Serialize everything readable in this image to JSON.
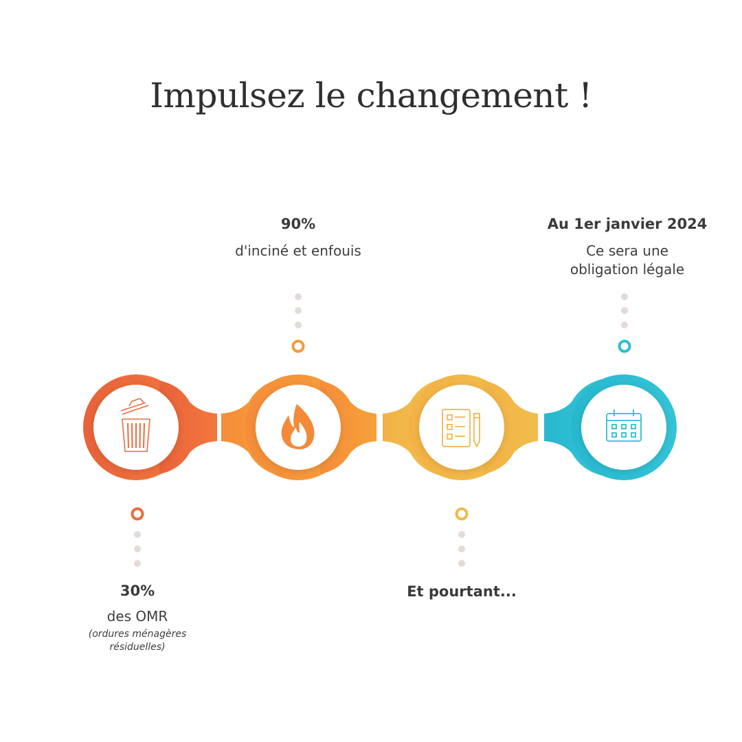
{
  "title": "Impulsez le changement !",
  "steps": [
    {
      "head": "30%",
      "desc": "des OMR",
      "note_line1": "(ordures ménagères",
      "note_line2": "résiduelles)",
      "icon": "trash-can-icon",
      "color": "#ec6a3d"
    },
    {
      "head": "90%",
      "desc": "d'inciné et enfouis",
      "icon": "fire-icon",
      "color": "#f49a3a"
    },
    {
      "head": "Et pourtant...",
      "icon": "checklist-icon",
      "color": "#f2b94a"
    },
    {
      "head": "Au 1er janvier 2024",
      "desc_line1": "Ce sera une",
      "desc_line2": "obligation légale",
      "icon": "calendar-icon",
      "color": "#2cbfd3"
    }
  ],
  "colors": {
    "dots": "#e3dbd8",
    "title": "#2f2f2f",
    "text": "#3a3a3a"
  }
}
